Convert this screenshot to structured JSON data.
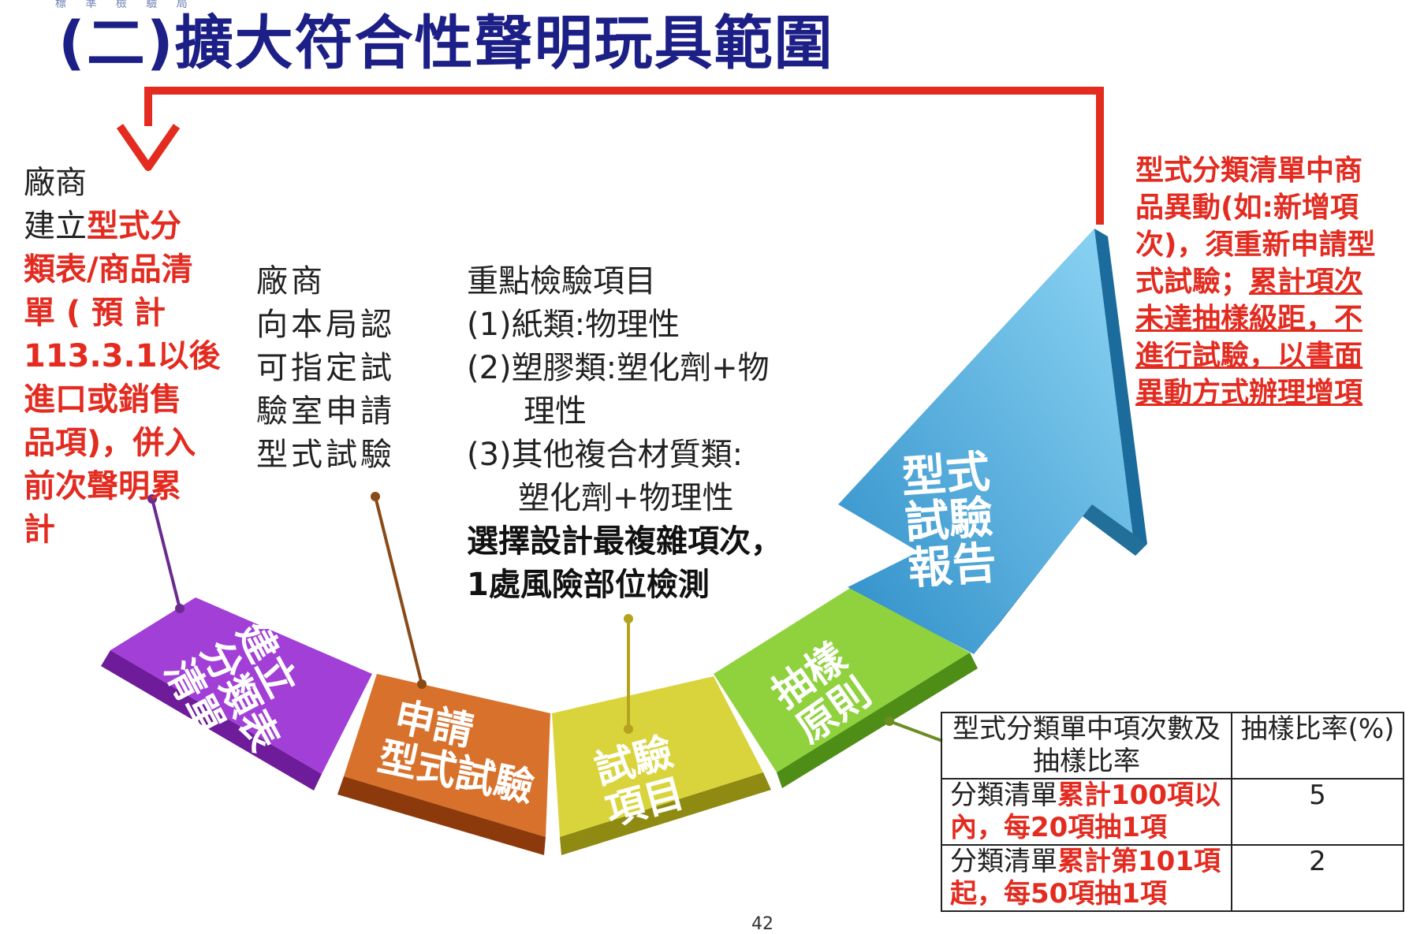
{
  "header": {
    "org": "標 準 檢 驗 局",
    "title": "(二)擴大符合性聲明玩具範圍"
  },
  "steps": [
    {
      "label_lines": [
        "建立",
        "分類表",
        "清單"
      ],
      "color": "#9a2fc9"
    },
    {
      "label_lines": [
        "申請",
        "型式試驗"
      ],
      "color": "#c25a1c"
    },
    {
      "label_lines": [
        "試驗",
        "項目"
      ],
      "color": "#c7c22a"
    },
    {
      "label_lines": [
        "抽樣",
        "原則"
      ],
      "color": "#7cc62e"
    },
    {
      "label_lines": [
        "型式",
        "試驗",
        "報告"
      ],
      "color": "#3fa8d8"
    }
  ],
  "col1": {
    "l1": "廠商",
    "l2_prefix": "建立",
    "l2_red": "型式分",
    "red_lines": [
      "類表/商品清",
      "單 ( 預 計",
      "113.3.1以後",
      "進口或銷售",
      "品項)，併入",
      "前次聲明累",
      "計"
    ]
  },
  "col2": {
    "lines": [
      "廠商",
      "向本局認",
      "可指定試",
      "驗室申請",
      "型式試驗"
    ]
  },
  "col3": {
    "lines": [
      "重點檢驗項目",
      "(1)紙類:物理性",
      "(2)塑膠類:塑化劑+物",
      "理性",
      "(3)其他複合材質類:",
      "塑化劑+物理性"
    ],
    "bold_lines": [
      "選擇設計最複雜項次，",
      "1處風險部位檢測"
    ]
  },
  "note": {
    "lines": [
      "型式分類清單中商",
      "品異動(如:新增項",
      "次)，須重新申請型",
      "式試驗；"
    ],
    "underlined_lines": [
      "累計項次",
      "未達抽樣級距，不",
      "進行試驗，以書面",
      "異動方式辦理增項"
    ]
  },
  "table": {
    "headers": [
      "型式分類單中項次數及抽樣比率",
      "抽樣比率(%)"
    ],
    "rows": [
      {
        "a": "分類清單",
        "b_red": "累計100項以內，每20項抽1項",
        "rate": "5"
      },
      {
        "a": "分類清單",
        "b_red": "累計第101項起，每50項抽1項",
        "rate": "2"
      }
    ]
  },
  "page_number": "42",
  "colors": {
    "title": "#1c1f86",
    "accent_red": "#e32b20"
  }
}
